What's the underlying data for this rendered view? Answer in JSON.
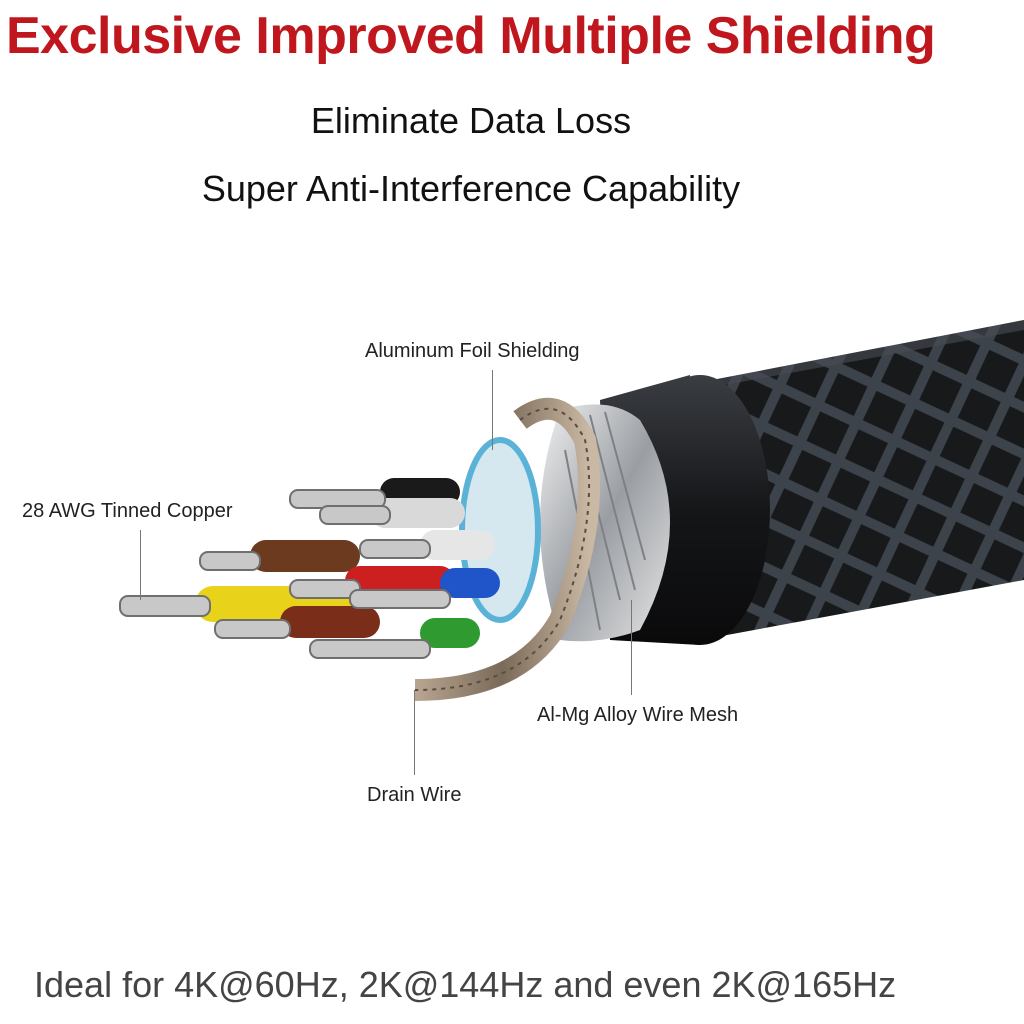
{
  "header": {
    "title": "Exclusive Improved Multiple Shielding",
    "subtitle_1": "Eliminate Data Loss",
    "subtitle_2": "Super Anti-Interference Capability",
    "title_color": "#c0171e"
  },
  "diagram": {
    "subject": "Shielded cable cross-section",
    "labels": {
      "foil": "Aluminum Foil Shielding",
      "copper": "28 AWG Tinned Copper",
      "mesh": "Al-Mg Alloy Wire Mesh",
      "drain": "Drain Wire"
    },
    "wire_colors": [
      "#1a1a1a",
      "#d9d9d9",
      "#6b3a1f",
      "#e8d21a",
      "#cc1f1f",
      "#1f55c8",
      "#2f9a2f",
      "#7a2e1a"
    ]
  },
  "footer": {
    "text": "Ideal for 4K@60Hz, 2K@144Hz and even 2K@165Hz"
  }
}
